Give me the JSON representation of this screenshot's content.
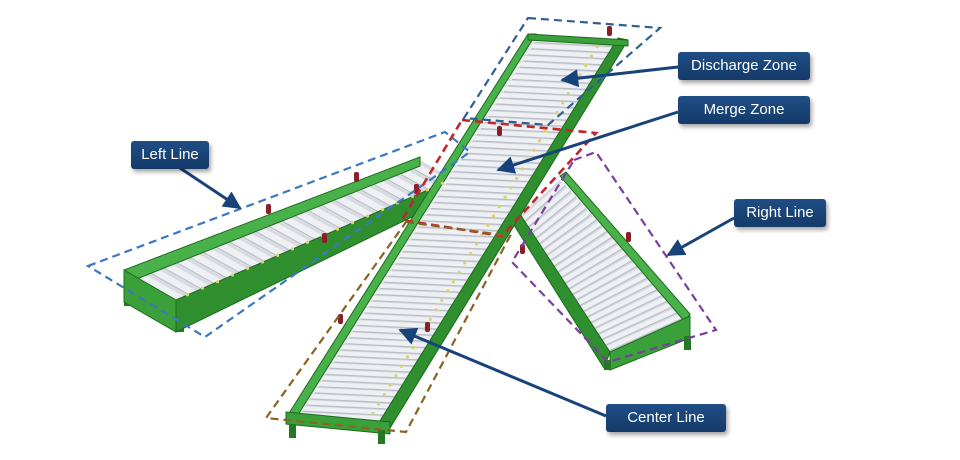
{
  "diagram": {
    "labels": {
      "left_line": "Left Line",
      "discharge_zone": "Discharge Zone",
      "merge_zone": "Merge Zone",
      "right_line": "Right Line",
      "center_line": "Center Line"
    },
    "colors": {
      "frame_green": "#3aa13a",
      "frame_green_dark": "#237a23",
      "roller_light": "#eef0f3",
      "roller_shade": "#b9bec6",
      "bolt_yellow": "#d9d56b",
      "stop_red": "#8c1e26",
      "callout_blue": "#1a4478",
      "arrow_blue": "#18427a",
      "left_zone_blue": "#3b78c2",
      "discharge_zone_blue": "#2e5f93",
      "merge_zone_red": "#c0262d",
      "right_zone_purple": "#7a3ea0",
      "center_zone_brown": "#8a6320"
    }
  }
}
